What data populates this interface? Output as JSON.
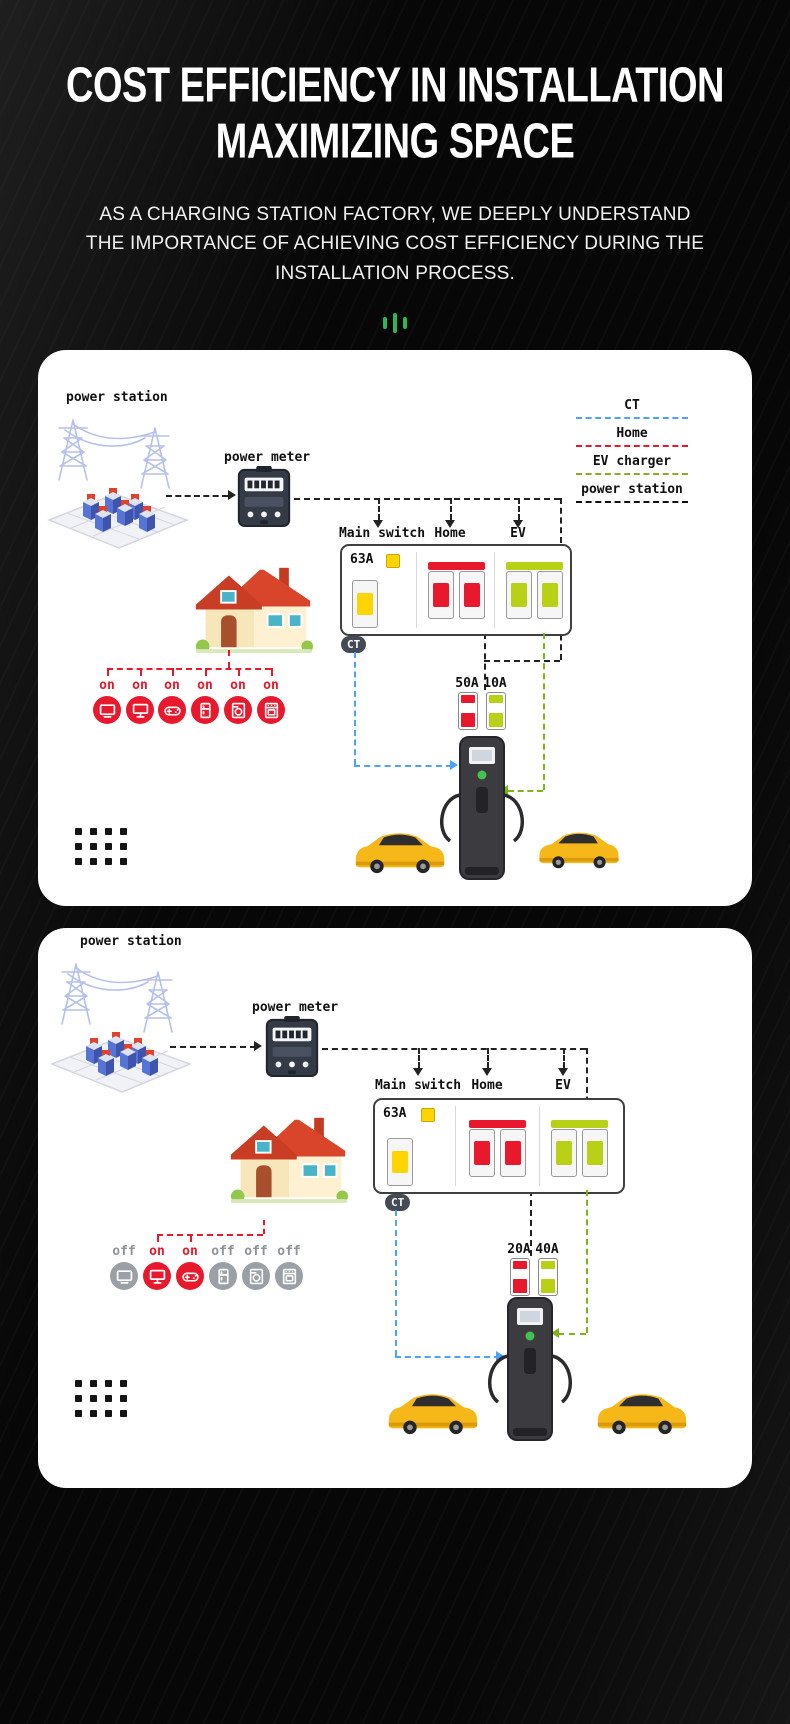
{
  "header": {
    "title_line1": "COST EFFICIENCY IN INSTALLATION",
    "title_line2": "MAXIMIZING SPACE",
    "subtitle": "AS A CHARGING STATION FACTORY, WE DEEPLY UNDERSTAND THE IMPORTANCE OF ACHIEVING COST EFFICIENCY DURING THE INSTALLATION PROCESS."
  },
  "colors": {
    "ct_blue": "#4da3f5",
    "home_red": "#e8192c",
    "ev_breaker_green": "#b8d117",
    "ev_legend_olive": "#93a82a",
    "power_station_black": "#111111",
    "main_switch_yellow": "#ffd400",
    "car_yellow": "#f6b719",
    "charger_gray": "#3c3c40",
    "accent_green_bars": "#2fb457"
  },
  "legend": {
    "items": [
      {
        "label": "CT"
      },
      {
        "label": "Home"
      },
      {
        "label": "EV charger"
      },
      {
        "label": "power station"
      }
    ]
  },
  "diagram1": {
    "power_station_label": "power station",
    "power_meter_label": "power meter",
    "main_switch_label": "Main switch",
    "home_label": "Home",
    "ev_label": "EV",
    "main_breaker_rating": "63A",
    "ct_label": "CT",
    "sub_breakers": [
      {
        "rating": "50A"
      },
      {
        "rating": "10A"
      }
    ],
    "appliances": [
      {
        "name": "tv",
        "state": "on"
      },
      {
        "name": "monitor",
        "state": "on"
      },
      {
        "name": "gamepad",
        "state": "on"
      },
      {
        "name": "fridge",
        "state": "on"
      },
      {
        "name": "washer",
        "state": "on"
      },
      {
        "name": "stove",
        "state": "on"
      }
    ]
  },
  "diagram2": {
    "power_station_label": "power station",
    "power_meter_label": "power meter",
    "main_switch_label": "Main switch",
    "home_label": "Home",
    "ev_label": "EV",
    "main_breaker_rating": "63A",
    "ct_label": "CT",
    "sub_breakers": [
      {
        "rating": "20A"
      },
      {
        "rating": "40A"
      }
    ],
    "appliances": [
      {
        "name": "tv",
        "state": "off"
      },
      {
        "name": "monitor",
        "state": "on"
      },
      {
        "name": "gamepad",
        "state": "on"
      },
      {
        "name": "fridge",
        "state": "off"
      },
      {
        "name": "washer",
        "state": "off"
      },
      {
        "name": "stove",
        "state": "off"
      }
    ]
  }
}
